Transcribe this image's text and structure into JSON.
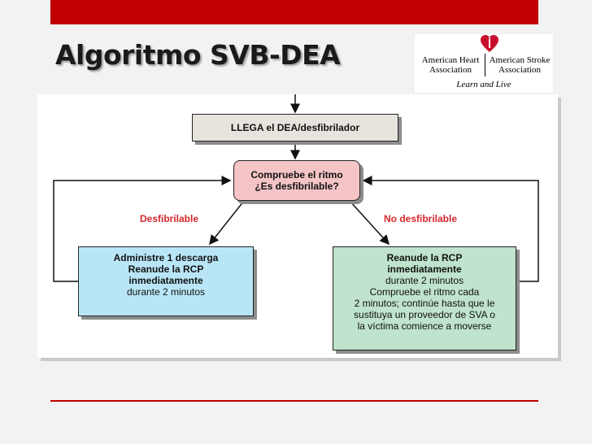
{
  "slide": {
    "title": "Algoritmo SVB-DEA"
  },
  "logo": {
    "aha_line1": "American Heart",
    "aha_line2": "Association",
    "asa_line1": "American Stroke",
    "asa_line2": "Association",
    "tagline": "Learn and Live",
    "brand_color": "#c8102e"
  },
  "diagram": {
    "llega": "LLEGA el DEA/desfibrilador",
    "ritmo_line1": "Compruebe el ritmo",
    "ritmo_line2": "¿Es desfibrilable?",
    "branch_left": "Desfibrilable",
    "branch_right": "No desfibrilable",
    "left_box": {
      "line1": "Administre 1 descarga",
      "line2": "Reanude la RCP",
      "line3": "inmediatamente",
      "line4": "durante 2 minutos"
    },
    "right_box": {
      "line1": "Reanude la RCP",
      "line2": "inmediatamente",
      "line3": "durante 2 minutos",
      "line4": "Compruebe el ritmo cada",
      "line5": "2 minutos; continúe hasta que le",
      "line6": "sustituya un proveedor de SVA o",
      "line7": "la víctima comience a moverse"
    },
    "colors": {
      "llega_fill": "#e6e4dd",
      "ritmo_fill": "#f4c4c6",
      "left_fill": "#b9e6f7",
      "right_fill": "#bfe3cc",
      "branch_label": "#d4262a"
    }
  },
  "theme": {
    "accent": "#c00000",
    "background": "#f2f2f2"
  }
}
